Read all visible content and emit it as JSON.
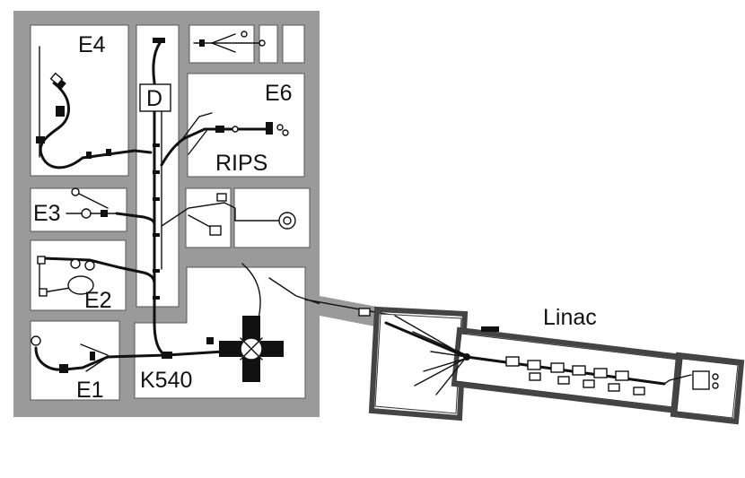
{
  "labels": {
    "e4": "E4",
    "e6": "E6",
    "d": "D",
    "rips": "RIPS",
    "e3": "E3",
    "e2": "E2",
    "e1": "E1",
    "k540": "K540",
    "linac": "Linac"
  }
}
